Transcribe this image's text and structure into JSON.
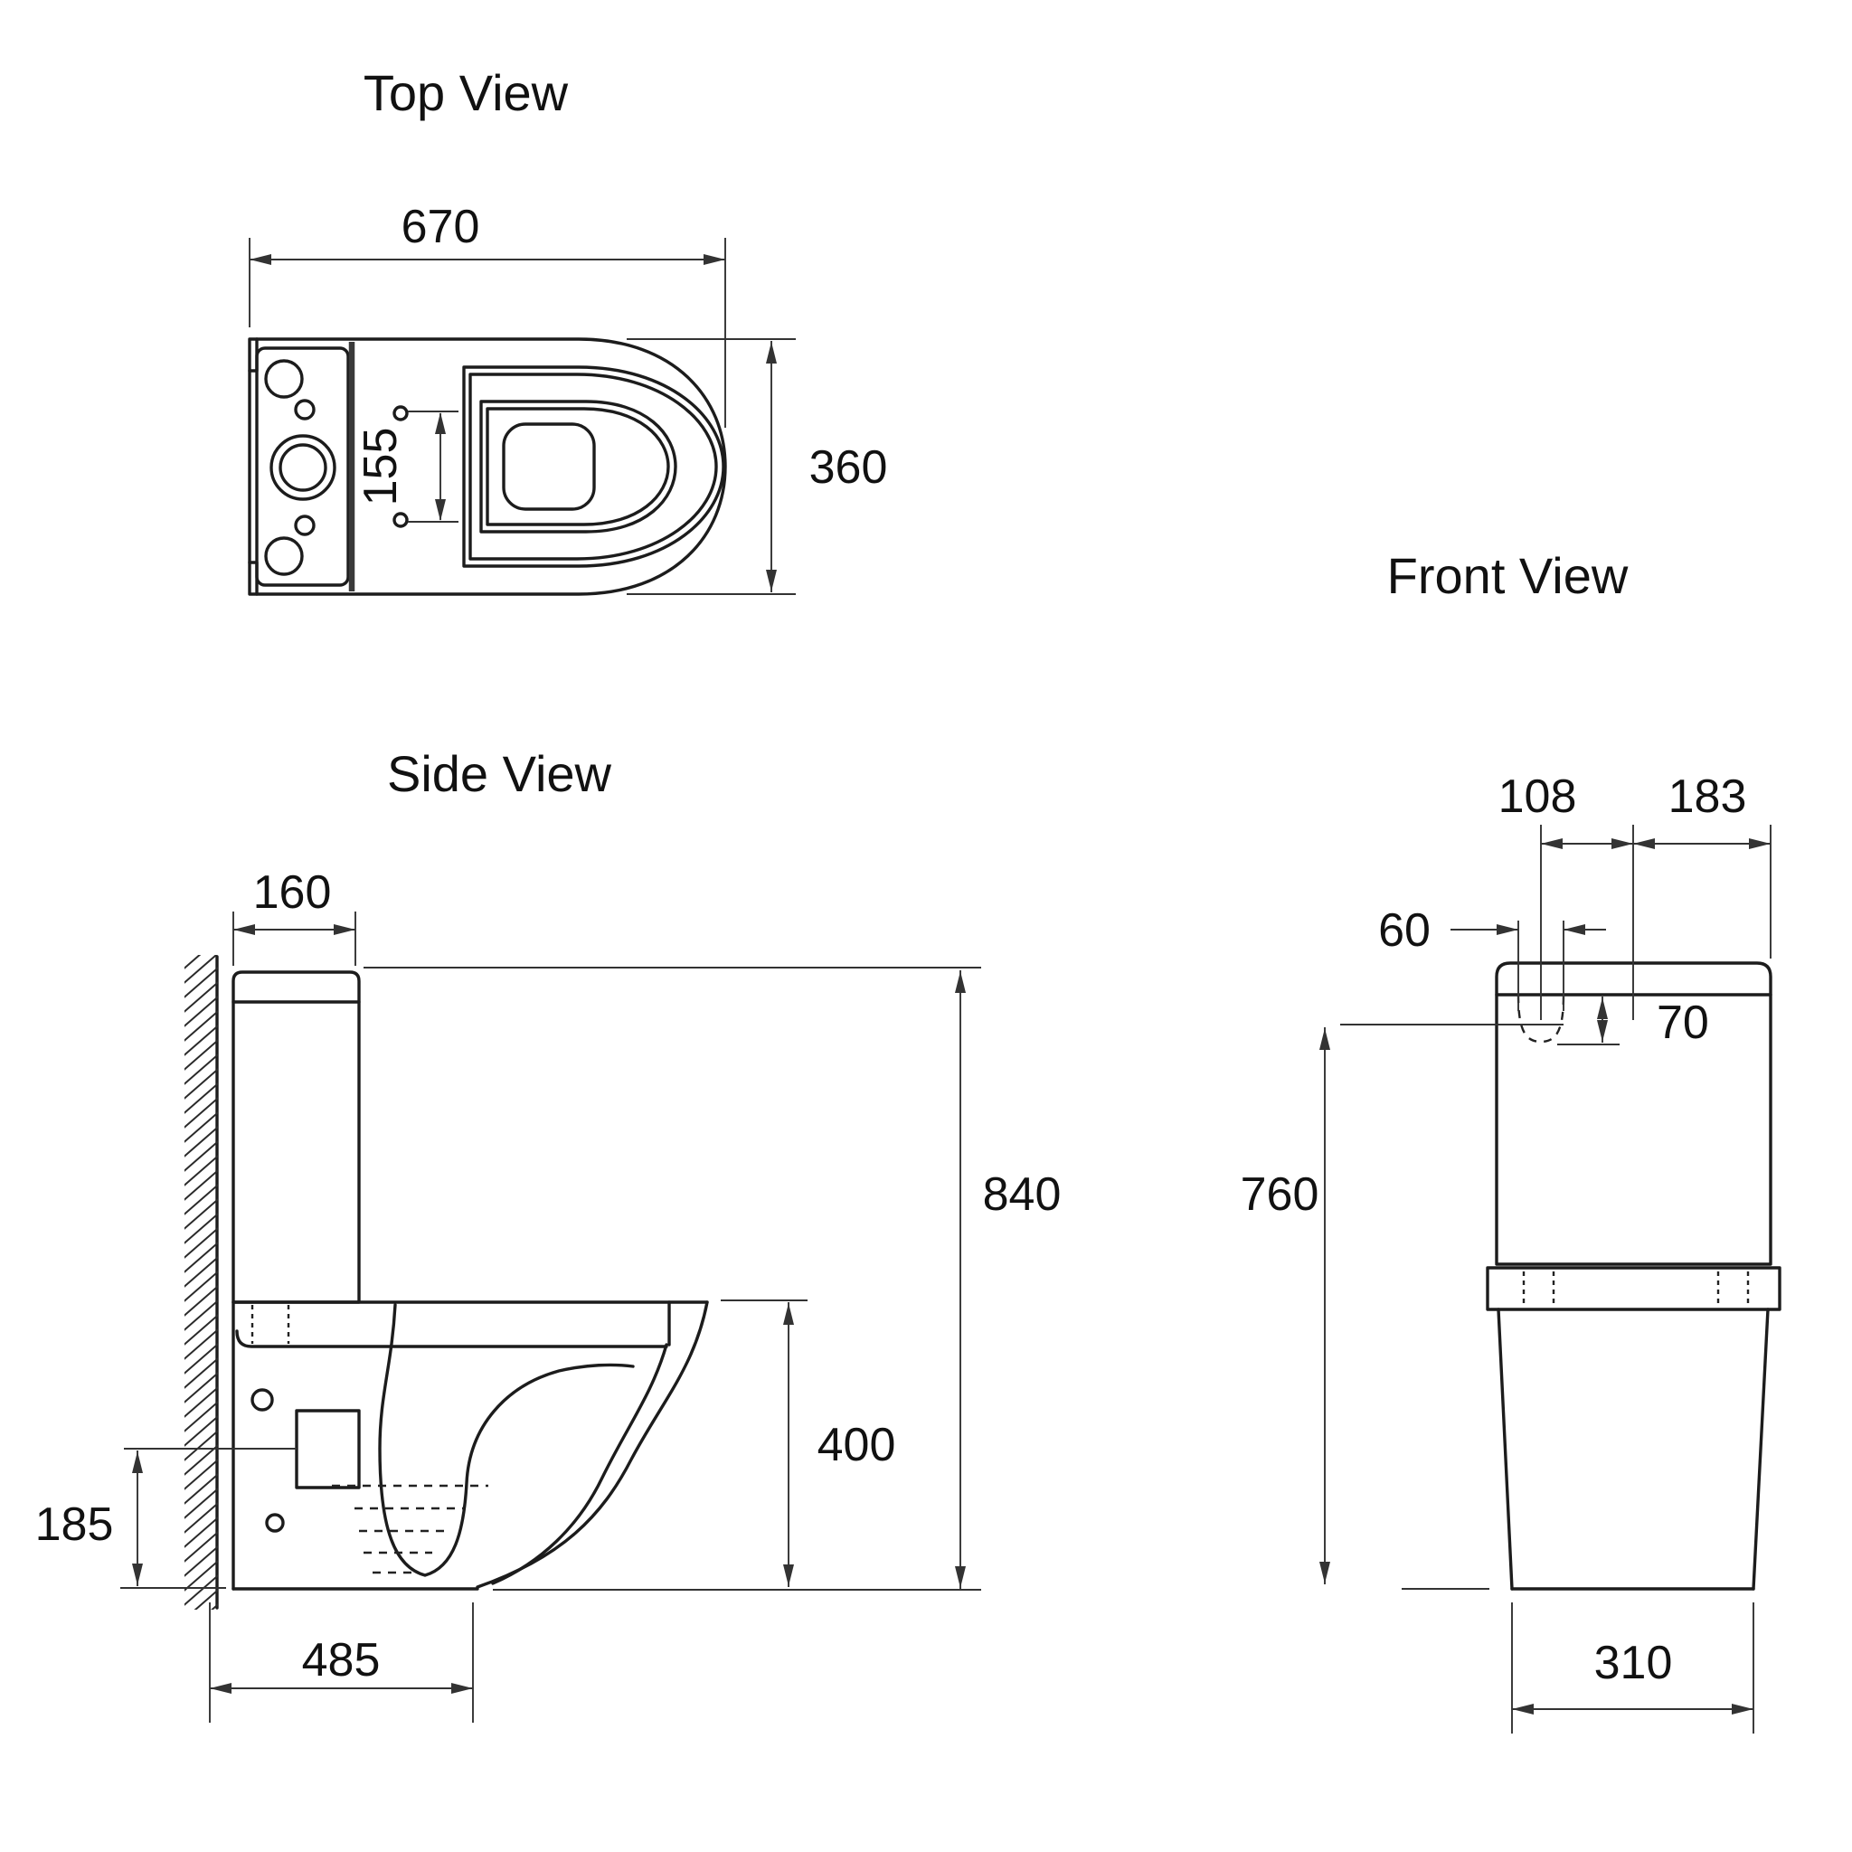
{
  "drawing": {
    "kind": "toilet-suite technical dimension drawing",
    "units": "mm",
    "colors": {
      "line": "#1c1c1c",
      "dim_line": "#333333",
      "text": "#111111",
      "background": "#ffffff"
    },
    "views": {
      "top": {
        "title": "Top View",
        "dims": {
          "overall_depth": "670",
          "overall_width": "360",
          "seat_hinge_spacing": "155"
        }
      },
      "side": {
        "title": "Side View",
        "dims": {
          "cistern_depth": "160",
          "overall_height": "840",
          "seat_height": "400",
          "outlet_height": "185",
          "base_depth": "485"
        }
      },
      "front": {
        "title": "Front View",
        "dims": {
          "inlet_offset": "108",
          "center_to_edge": "183",
          "inlet_width": "60",
          "inlet_recess_depth": "70",
          "cistern_height": "760",
          "base_width": "310"
        }
      }
    }
  }
}
